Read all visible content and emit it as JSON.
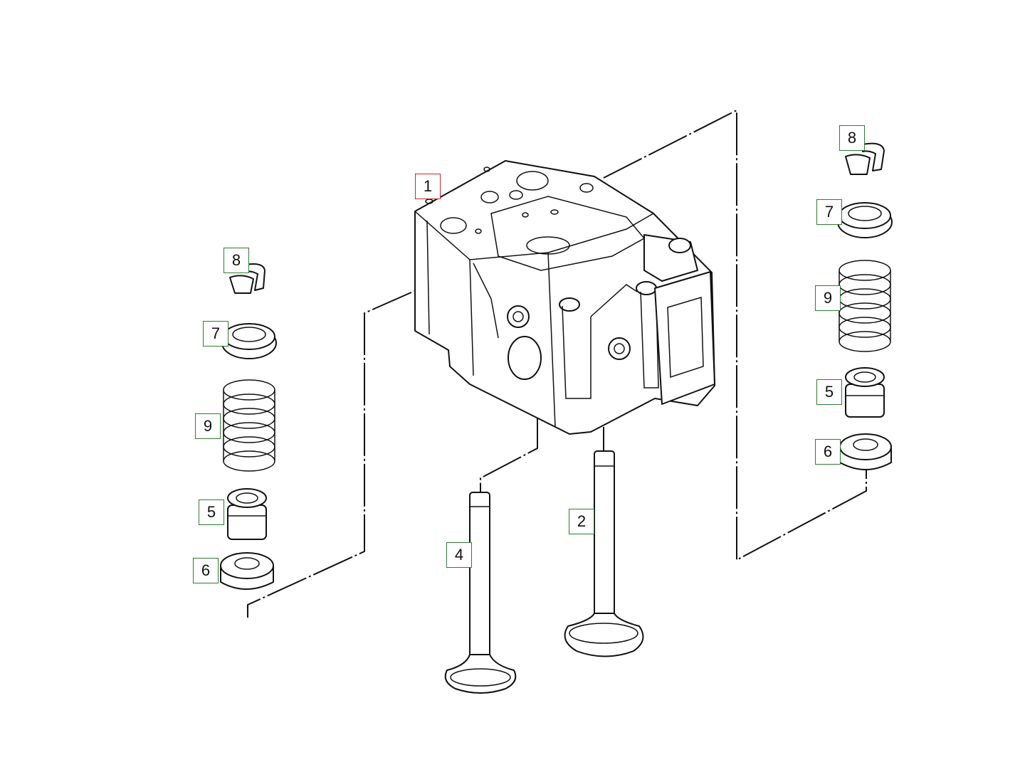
{
  "colors": {
    "line": "#111111",
    "part_callout_border": "#2e7d32",
    "assembly_callout_border": "#c62828"
  },
  "callouts": [
    {
      "id": "c1",
      "label": "1",
      "kind": "assembly"
    },
    {
      "id": "c2",
      "label": "2",
      "kind": "part"
    },
    {
      "id": "c4",
      "label": "4",
      "kind": "part"
    },
    {
      "id": "c8-l",
      "label": "8",
      "kind": "part"
    },
    {
      "id": "c7-l",
      "label": "7",
      "kind": "part"
    },
    {
      "id": "c9-l",
      "label": "9",
      "kind": "part"
    },
    {
      "id": "c5-l",
      "label": "5",
      "kind": "part"
    },
    {
      "id": "c6-l",
      "label": "6",
      "kind": "part"
    },
    {
      "id": "c8-r",
      "label": "8",
      "kind": "part"
    },
    {
      "id": "c7-r",
      "label": "7",
      "kind": "part"
    },
    {
      "id": "c9-r",
      "label": "9",
      "kind": "part"
    },
    {
      "id": "c5-r",
      "label": "5",
      "kind": "part"
    },
    {
      "id": "c6-r",
      "label": "6",
      "kind": "part"
    }
  ],
  "parts": {
    "cylinder_head": "cylinder-head",
    "valve_left": "valve",
    "valve_right": "valve",
    "valve_keeper": "valve-keeper",
    "spring_retainer": "spring-retainer",
    "valve_spring": "valve-spring",
    "valve_guide_seal": "valve-stem-seal",
    "spring_seat": "spring-seat"
  }
}
